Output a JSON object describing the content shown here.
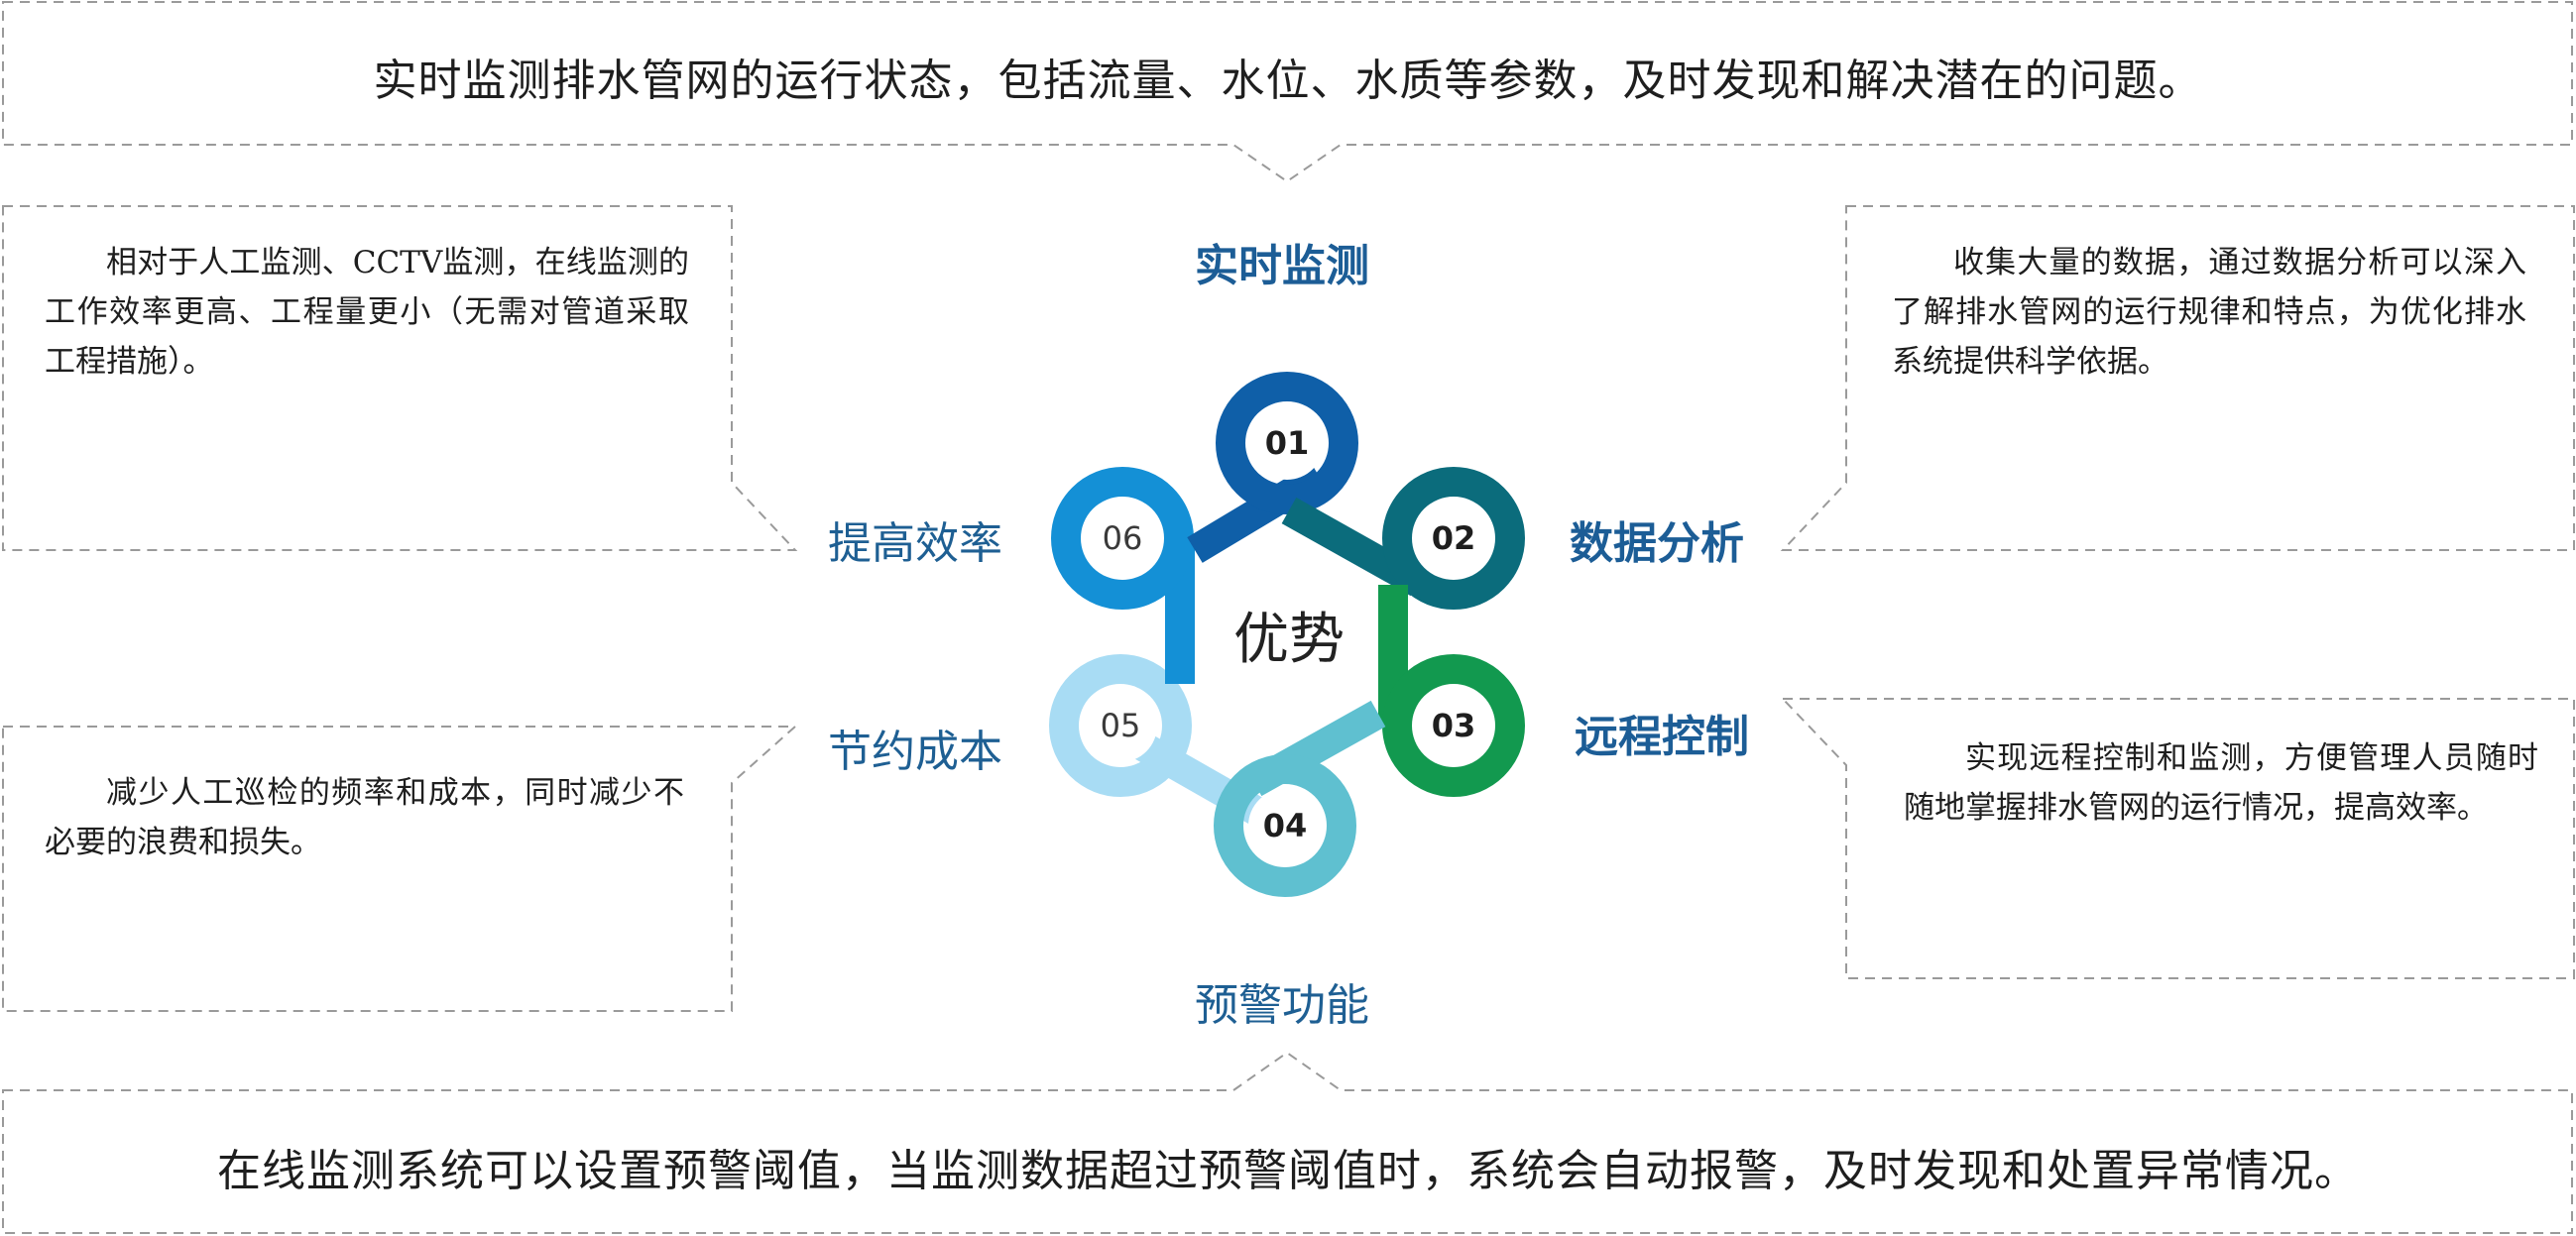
{
  "top_banner": "实时监测排水管网的运行状态，包括流量、水位、水质等参数，及时发现和解决潜在的问题。",
  "bottom_banner": "在线监测系统可以设置预警阈值，当监测数据超过预警阈值时，系统会自动报警，及时发现和处置异常情况。",
  "center_title": "优势",
  "items": [
    {
      "number": "01",
      "label": "实时监测",
      "color": "#0f5fa8"
    },
    {
      "number": "02",
      "label": "数据分析",
      "color": "#0b6c7c",
      "description": "收集大量的数据，通过数据分析可以深入了解排水管网的运行规律和特点，为优化排水系统提供科学依据。"
    },
    {
      "number": "03",
      "label": "远程控制",
      "color": "#12994f",
      "description": "实现远程控制和监测，方便管理人员随时随地掌握排水管网的运行情况，提高效率。"
    },
    {
      "number": "04",
      "label": "预警功能",
      "color": "#5fc0d0"
    },
    {
      "number": "05",
      "label": "节约成本",
      "color": "#a8dcf4",
      "description": "减少人工巡检的频率和成本，同时减少不必要的浪费和损失。"
    },
    {
      "number": "06",
      "label": "提高效率",
      "color": "#1490d6",
      "description": "相对于人工监测、CCTV监测，在线监测的工作效率更高、工程量更小（无需对管道采取工程措施）。"
    }
  ]
}
